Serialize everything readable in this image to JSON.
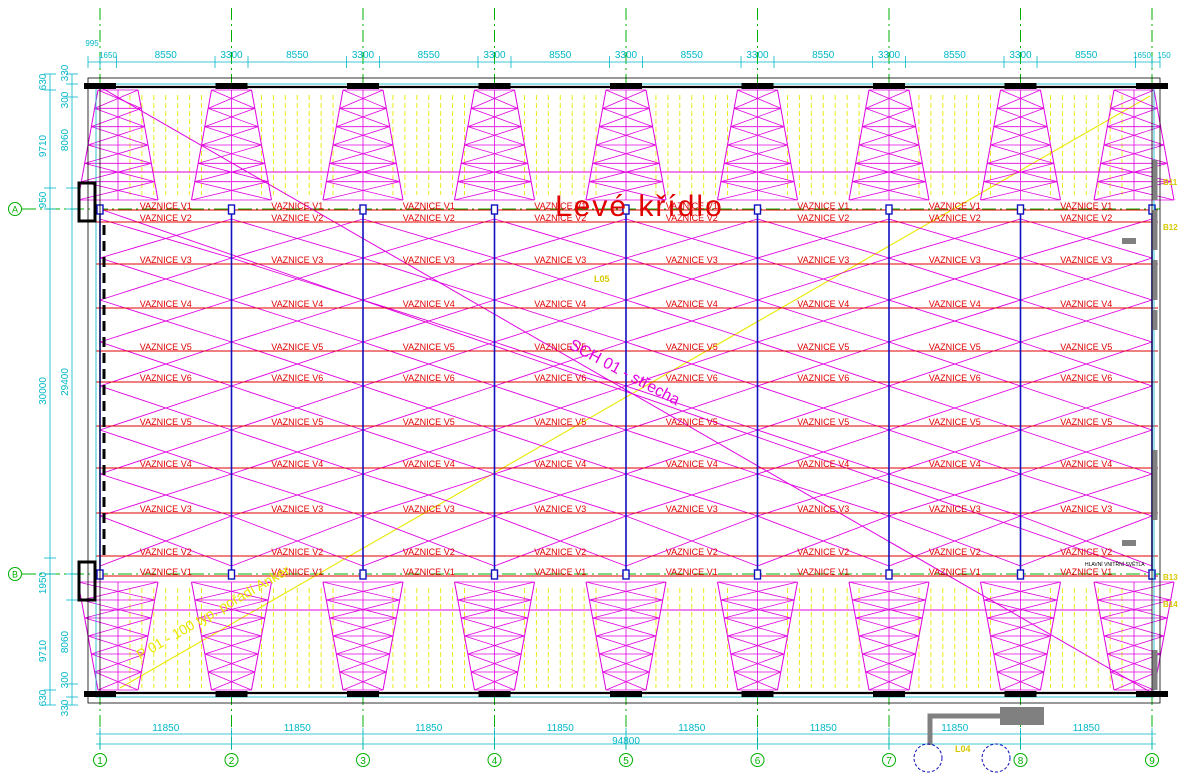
{
  "drawing": {
    "wing_title": "Levé křídlo",
    "roof_label": "SCH 01 - střecha",
    "brace_label": "P 01 - 100 typ. pořadí Anker",
    "note_l05": "L05",
    "note_l04": "L04",
    "right_labels": [
      "B11",
      "B12",
      "B13",
      "B14"
    ],
    "right_note": "HLAVNÍ VNITŘNÍ SVĚTLA"
  },
  "grid": {
    "columns": [
      "1",
      "2",
      "3",
      "4",
      "5",
      "6",
      "7",
      "8",
      "9"
    ],
    "rows": [
      "A",
      "B"
    ]
  },
  "dimensions": {
    "top_chain": [
      "995",
      "1650",
      "8550",
      "3300",
      "8550",
      "3300",
      "8550",
      "3300",
      "8550",
      "3300",
      "8550",
      "3300",
      "8550",
      "3300",
      "8550",
      "3300",
      "8550",
      "1650",
      "150"
    ],
    "bottom_spans": [
      "11850",
      "11850",
      "11850",
      "11850",
      "11850",
      "11850",
      "11850",
      "11850"
    ],
    "bottom_total": "94800",
    "left_outer": [
      "630",
      "9710",
      "950",
      "30000",
      "1950",
      "9710",
      "630"
    ],
    "left_inner": [
      "330",
      "300",
      "8060",
      "29400",
      "8060",
      "300",
      "330"
    ]
  },
  "purlin_rows": [
    "VAZNICE V1",
    "VAZNICE V2",
    "VAZNICE V3",
    "VAZNICE V4",
    "VAZNICE V5",
    "VAZNICE V6",
    "VAZNICE V5",
    "VAZNICE V4",
    "VAZNICE V3",
    "VAZNICE V2",
    "VAZNICE V1"
  ],
  "colors": {
    "grid": "#00b000",
    "dimension": "#00b8c8",
    "bracing": "#e000e0",
    "purlin": "#e00000",
    "column_line": "#1010c0",
    "highlight": "#e8e800",
    "steel": "#000000",
    "equipment": "#808080"
  }
}
